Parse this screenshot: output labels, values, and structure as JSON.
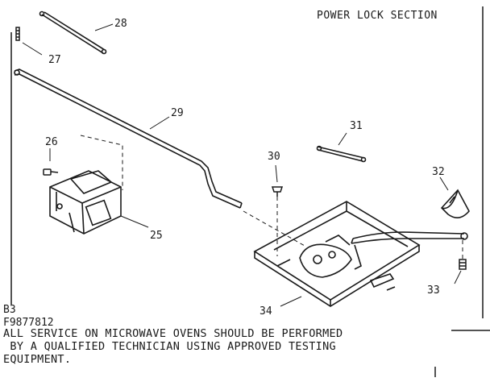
{
  "title": "POWER LOCK SECTION",
  "parts": [
    {
      "id": "p28",
      "number": "28"
    },
    {
      "id": "p27",
      "number": "27"
    },
    {
      "id": "p29",
      "number": "29"
    },
    {
      "id": "p26",
      "number": "26"
    },
    {
      "id": "p25",
      "number": "25"
    },
    {
      "id": "p30",
      "number": "30"
    },
    {
      "id": "p31",
      "number": "31"
    },
    {
      "id": "p32",
      "number": "32"
    },
    {
      "id": "p33",
      "number": "33"
    },
    {
      "id": "p34",
      "number": "34"
    }
  ],
  "codes": {
    "line1": "B3",
    "line2": "F9877812"
  },
  "notice": {
    "line1": "ALL SERVICE ON MICROWAVE OVENS SHOULD BE PERFORMED",
    "line2": " BY A QUALIFIED TECHNICIAN USING APPROVED TESTING",
    "line3": "EQUIPMENT."
  },
  "colors": {
    "ink": "#1a1a1a",
    "paper": "#ffffff"
  }
}
